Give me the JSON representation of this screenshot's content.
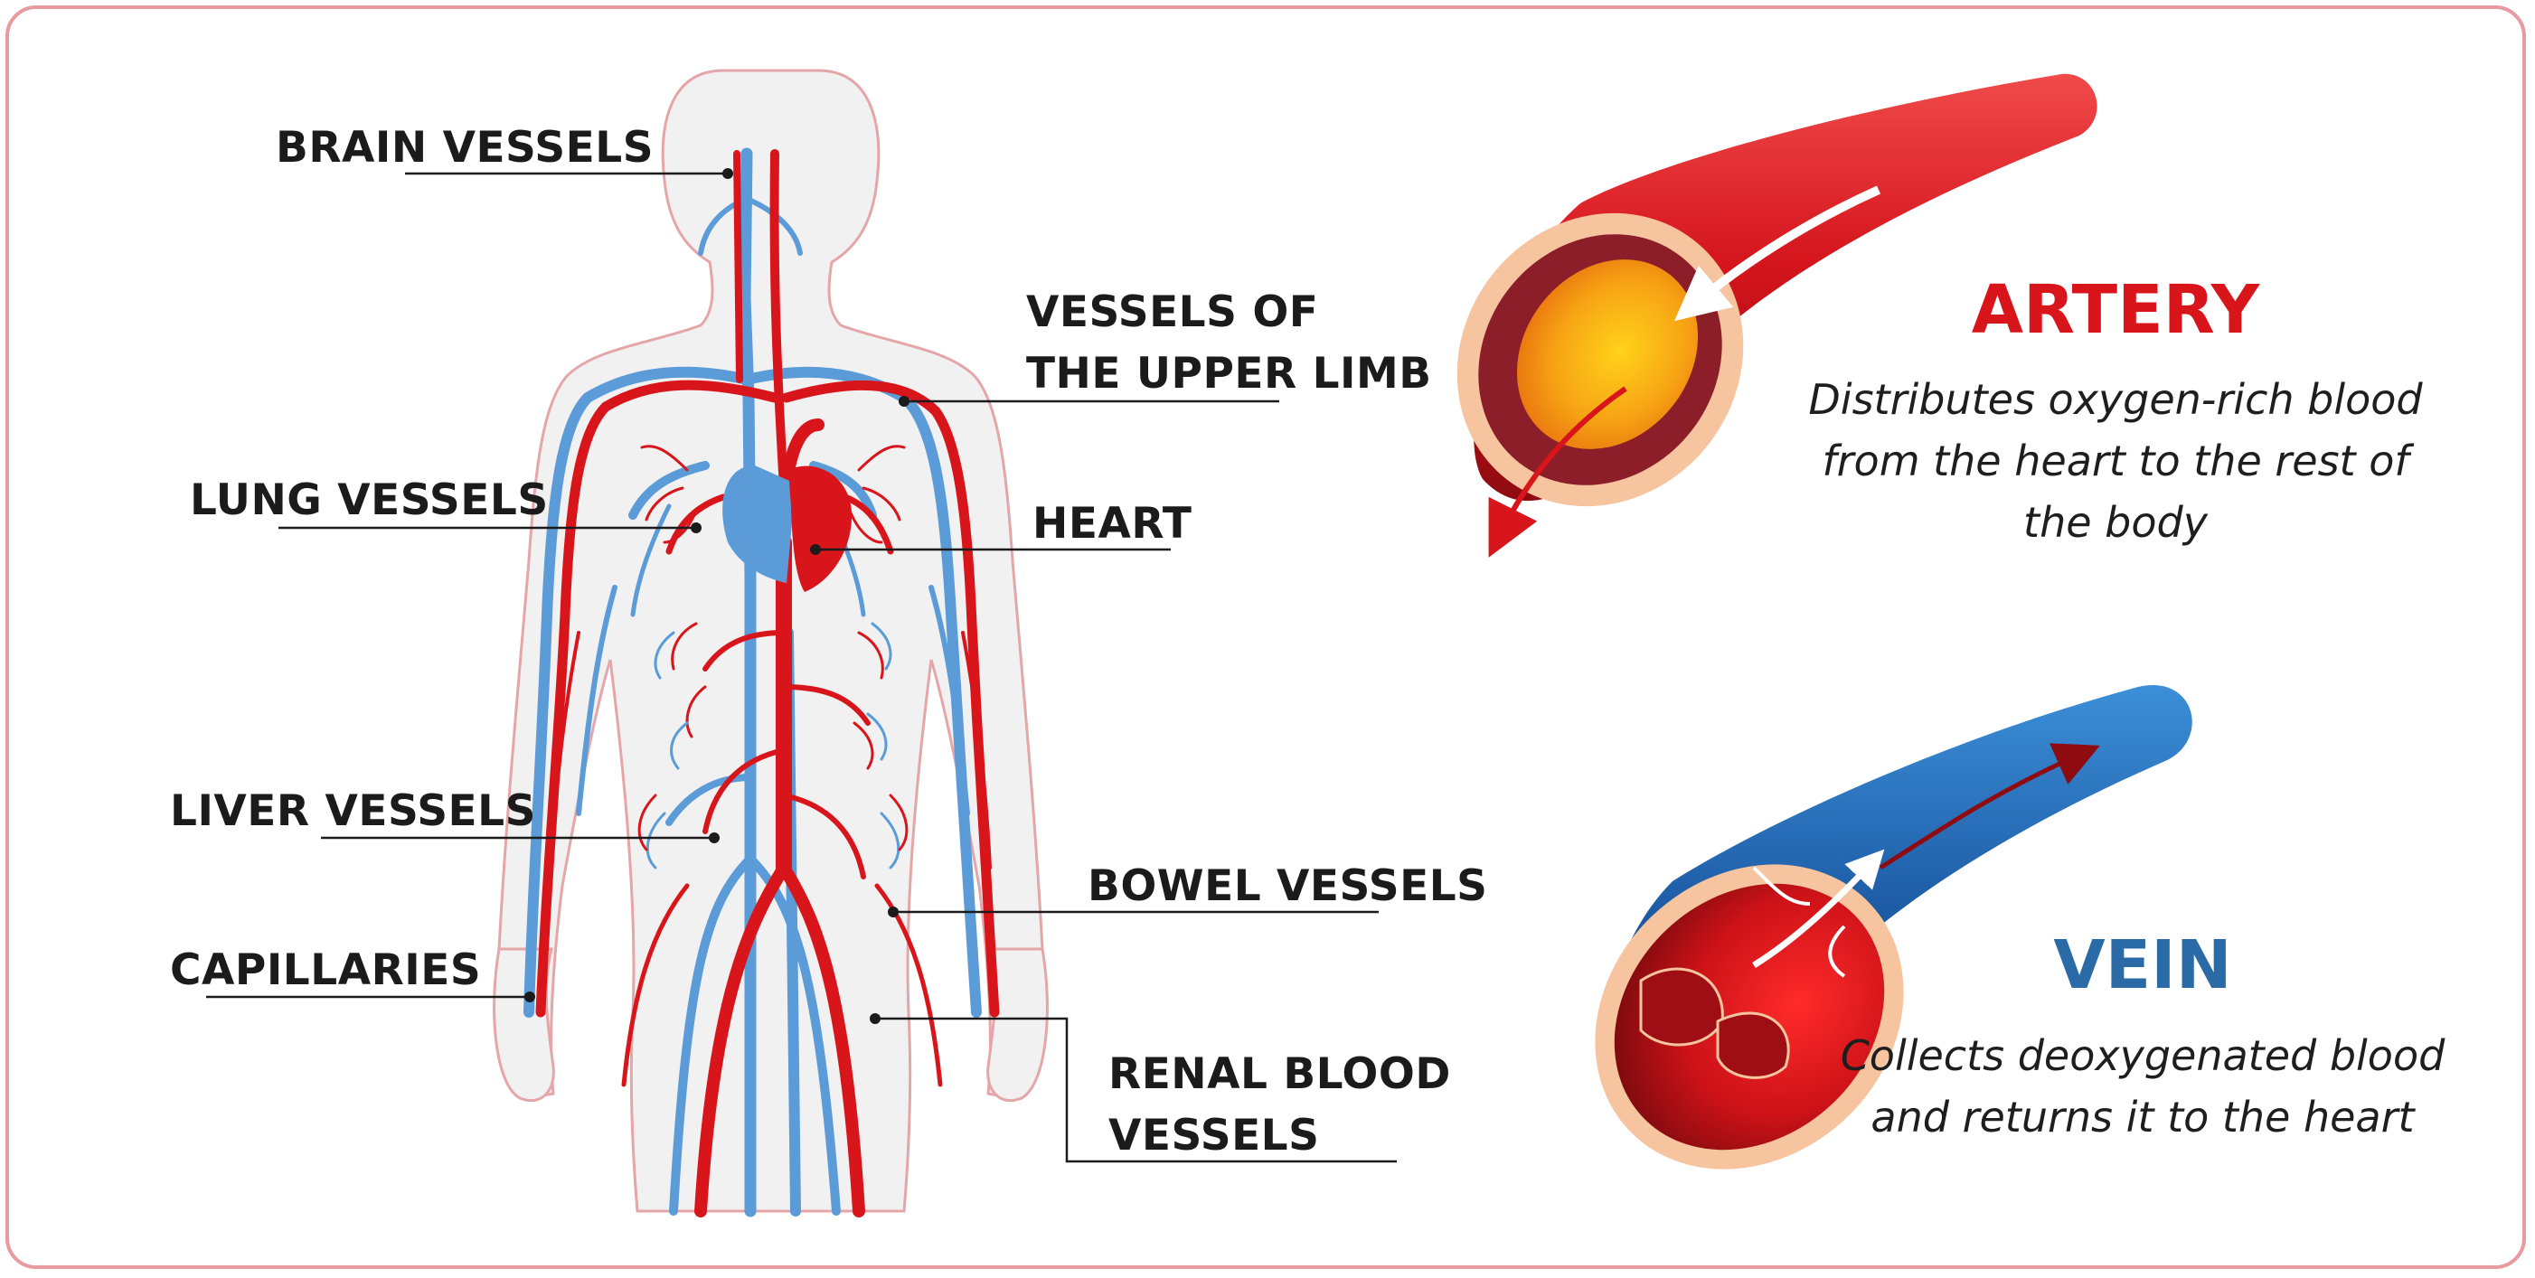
{
  "labels": {
    "brain_vessels": "BRAIN VESSELS",
    "upper_limb_line1": "VESSELS OF",
    "upper_limb_line2": "THE UPPER LIMB",
    "lung_vessels": "LUNG VESSELS",
    "heart": "HEART",
    "liver_vessels": "LIVER VESSELS",
    "bowel_vessels": "BOWEL VESSELS",
    "capillaries": "CAPILLARIES",
    "renal_line1": "RENAL BLOOD",
    "renal_line2": "VESSELS"
  },
  "artery": {
    "title": "ARTERY",
    "desc_line1": "Distributes oxygen-rich blood",
    "desc_line2": "from the heart to the rest of",
    "desc_line3": "the body",
    "title_color": "#d9151c"
  },
  "vein": {
    "title": "VEIN",
    "desc_line1": "Collects deoxygenated blood",
    "desc_line2": "and returns it to the heart",
    "title_color": "#2a6aa6"
  },
  "colors": {
    "artery_red": "#d9151c",
    "vein_blue": "#5b9bd8",
    "frame": "#e89a9e"
  }
}
